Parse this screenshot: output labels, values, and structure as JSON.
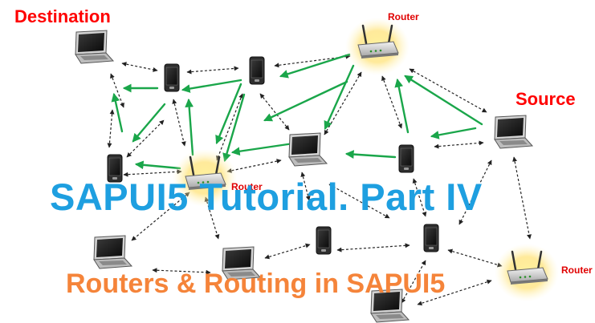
{
  "labels": {
    "destination": "Destination",
    "source": "Source",
    "router_top": "Router",
    "router_mid": "Router",
    "router_right": "Router"
  },
  "title": {
    "main": "SAPUI5 Tutorial. Part IV",
    "sub": "Routers & Routing in SAPUI5"
  },
  "colors": {
    "route": "#1aa64a",
    "link": "#222222",
    "title_main": "#1e9fe0",
    "title_sub": "#f5843a",
    "label": "#ff0000"
  },
  "nodes": [
    {
      "id": "laptop-dest",
      "type": "laptop"
    },
    {
      "id": "phone-a",
      "type": "phone"
    },
    {
      "id": "phone-b",
      "type": "phone"
    },
    {
      "id": "router-top",
      "type": "router"
    },
    {
      "id": "laptop-source",
      "type": "laptop"
    },
    {
      "id": "phone-c",
      "type": "phone"
    },
    {
      "id": "router-mid",
      "type": "router"
    },
    {
      "id": "laptop-center",
      "type": "laptop"
    },
    {
      "id": "phone-d",
      "type": "phone"
    },
    {
      "id": "laptop-left-low",
      "type": "laptop"
    },
    {
      "id": "laptop-mid-low",
      "type": "laptop"
    },
    {
      "id": "phone-e",
      "type": "phone"
    },
    {
      "id": "phone-f",
      "type": "phone"
    },
    {
      "id": "router-right",
      "type": "router"
    },
    {
      "id": "laptop-bottom",
      "type": "laptop"
    }
  ]
}
